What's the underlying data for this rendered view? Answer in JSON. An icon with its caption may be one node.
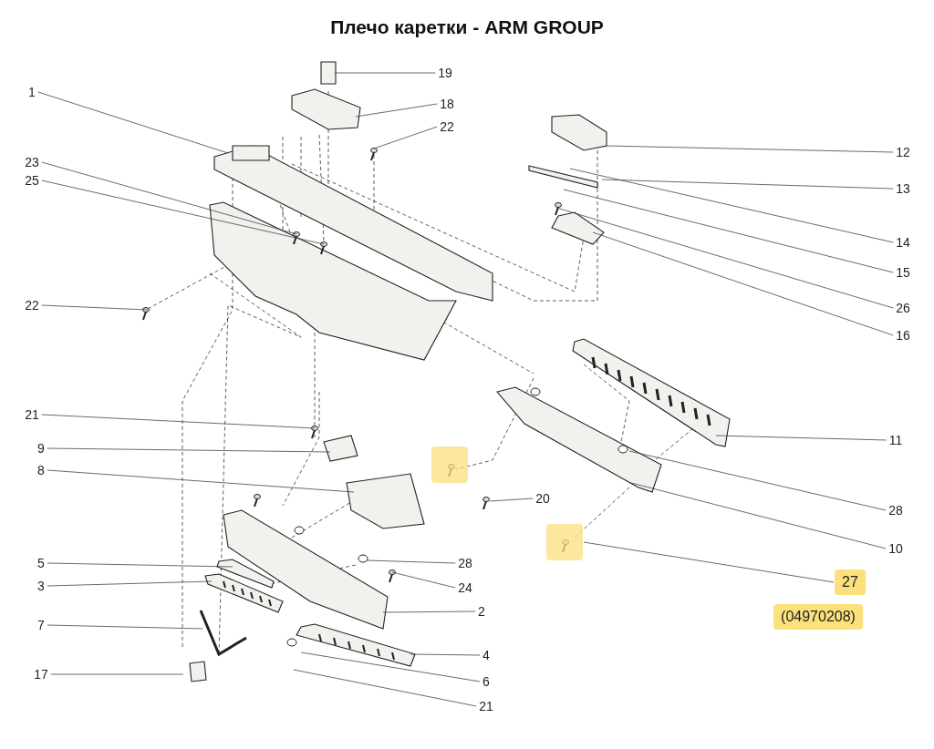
{
  "diagram": {
    "title": "Плечо каретки - ARM GROUP",
    "nodes": [
      {
        "text": [
          "19"
        ]
      },
      {
        "text": [
          "1"
        ]
      },
      {
        "text": [
          "18"
        ]
      },
      {
        "text": [
          "22"
        ]
      },
      {
        "text": [
          "12"
        ]
      },
      {
        "text": [
          "23"
        ]
      },
      {
        "text": [
          "25"
        ]
      },
      {
        "text": [
          "13"
        ]
      },
      {
        "text": [
          "14"
        ]
      },
      {
        "text": [
          "15"
        ]
      },
      {
        "text": [
          "22"
        ]
      },
      {
        "text": [
          "26"
        ]
      },
      {
        "text": [
          "16"
        ]
      },
      {
        "text": [
          "21"
        ]
      },
      {
        "text": [
          "11"
        ]
      },
      {
        "text": [
          "9"
        ]
      },
      {
        "text": [
          "8"
        ]
      },
      {
        "text": [
          "20"
        ]
      },
      {
        "text": [
          "28"
        ]
      },
      {
        "text": [
          "10"
        ]
      },
      {
        "text": [
          "5"
        ]
      },
      {
        "text": [
          "28"
        ]
      },
      {
        "text": [
          "27"
        ]
      },
      {
        "text": [
          "3"
        ]
      },
      {
        "text": [
          "24"
        ]
      },
      {
        "text": [
          "2"
        ]
      },
      {
        "text": [
          "(04970208)"
        ]
      },
      {
        "text": [
          "7"
        ]
      },
      {
        "text": [
          "4"
        ]
      },
      {
        "text": [
          "17"
        ]
      },
      {
        "text": [
          "6"
        ]
      },
      {
        "text": [
          "21"
        ]
      },
      {
        "text": [],
        "shape": "box"
      },
      {
        "text": [],
        "shape": "box"
      }
    ],
    "edges": [
      {
        "from": 0,
        "to": null,
        "arrow": "none"
      },
      {
        "from": 1,
        "to": null,
        "arrow": "none"
      },
      {
        "from": 2,
        "to": null,
        "arrow": "none"
      },
      {
        "from": 3,
        "to": null,
        "arrow": "none"
      },
      {
        "from": 4,
        "to": null,
        "arrow": "none"
      },
      {
        "from": 5,
        "to": null,
        "arrow": "none"
      },
      {
        "from": 6,
        "to": null,
        "arrow": "none"
      },
      {
        "from": 7,
        "to": null,
        "arrow": "none"
      },
      {
        "from": 8,
        "to": null,
        "arrow": "none"
      },
      {
        "from": 9,
        "to": null,
        "arrow": "none"
      },
      {
        "from": 10,
        "to": null,
        "arrow": "none"
      },
      {
        "from": 11,
        "to": null,
        "arrow": "none"
      },
      {
        "from": 12,
        "to": null,
        "arrow": "none"
      },
      {
        "from": 13,
        "to": null,
        "arrow": "none"
      },
      {
        "from": 14,
        "to": null,
        "arrow": "none"
      },
      {
        "from": 15,
        "to": null,
        "arrow": "none"
      },
      {
        "from": 16,
        "to": null,
        "arrow": "none"
      },
      {
        "from": 17,
        "to": null,
        "arrow": "none"
      },
      {
        "from": 18,
        "to": null,
        "arrow": "none"
      },
      {
        "from": 19,
        "to": null,
        "arrow": "none"
      },
      {
        "from": 20,
        "to": null,
        "arrow": "none"
      },
      {
        "from": 21,
        "to": null,
        "arrow": "none"
      },
      {
        "from": 22,
        "to": 33,
        "arrow": "none"
      },
      {
        "from": 23,
        "to": null,
        "arrow": "none"
      },
      {
        "from": 24,
        "to": null,
        "arrow": "none"
      },
      {
        "from": 25,
        "to": null,
        "arrow": "none"
      },
      {
        "from": 27,
        "to": null,
        "arrow": "none"
      },
      {
        "from": 28,
        "to": null,
        "arrow": "none"
      },
      {
        "from": 29,
        "to": null,
        "arrow": "none"
      },
      {
        "from": 30,
        "to": null,
        "arrow": "none"
      },
      {
        "from": 31,
        "to": null,
        "arrow": "none"
      }
    ]
  }
}
